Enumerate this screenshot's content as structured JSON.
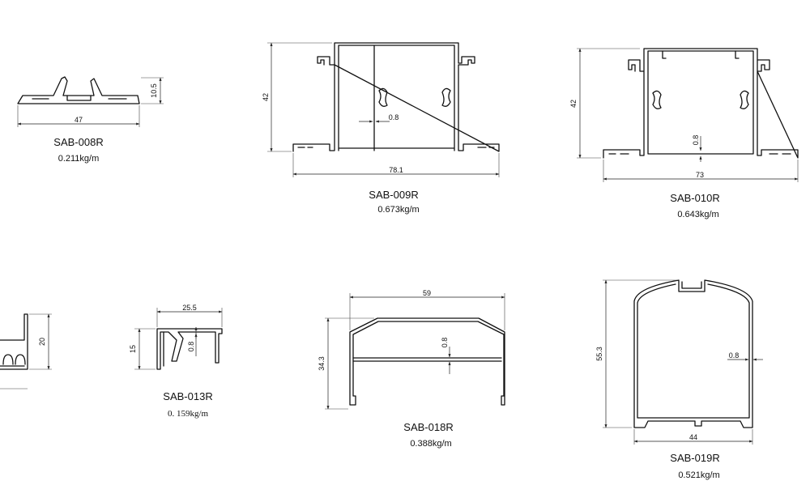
{
  "profiles": {
    "sab008": {
      "code": "SAB-008R",
      "weight": "0.211kg/m",
      "width": "47",
      "height": "10.5"
    },
    "sab009": {
      "code": "SAB-009R",
      "weight": "0.673kg/m",
      "width": "78.1",
      "height": "42",
      "wall": "0.8"
    },
    "sab010": {
      "code": "SAB-010R",
      "weight": "0.643kg/m",
      "width": "73",
      "height": "42",
      "wall": "0.8"
    },
    "partial": {
      "height": "20"
    },
    "sab013": {
      "code": "SAB-013R",
      "weight": "0. 159kg/m",
      "width": "25.5",
      "height": "15",
      "wall": "0.8"
    },
    "sab018": {
      "code": "SAB-018R",
      "weight": "0.388kg/m",
      "width": "59",
      "height": "34.3",
      "wall": "0.8"
    },
    "sab019": {
      "code": "SAB-019R",
      "weight": "0.521kg/m",
      "width": "44",
      "height": "55.3",
      "wall": "0.8"
    }
  }
}
